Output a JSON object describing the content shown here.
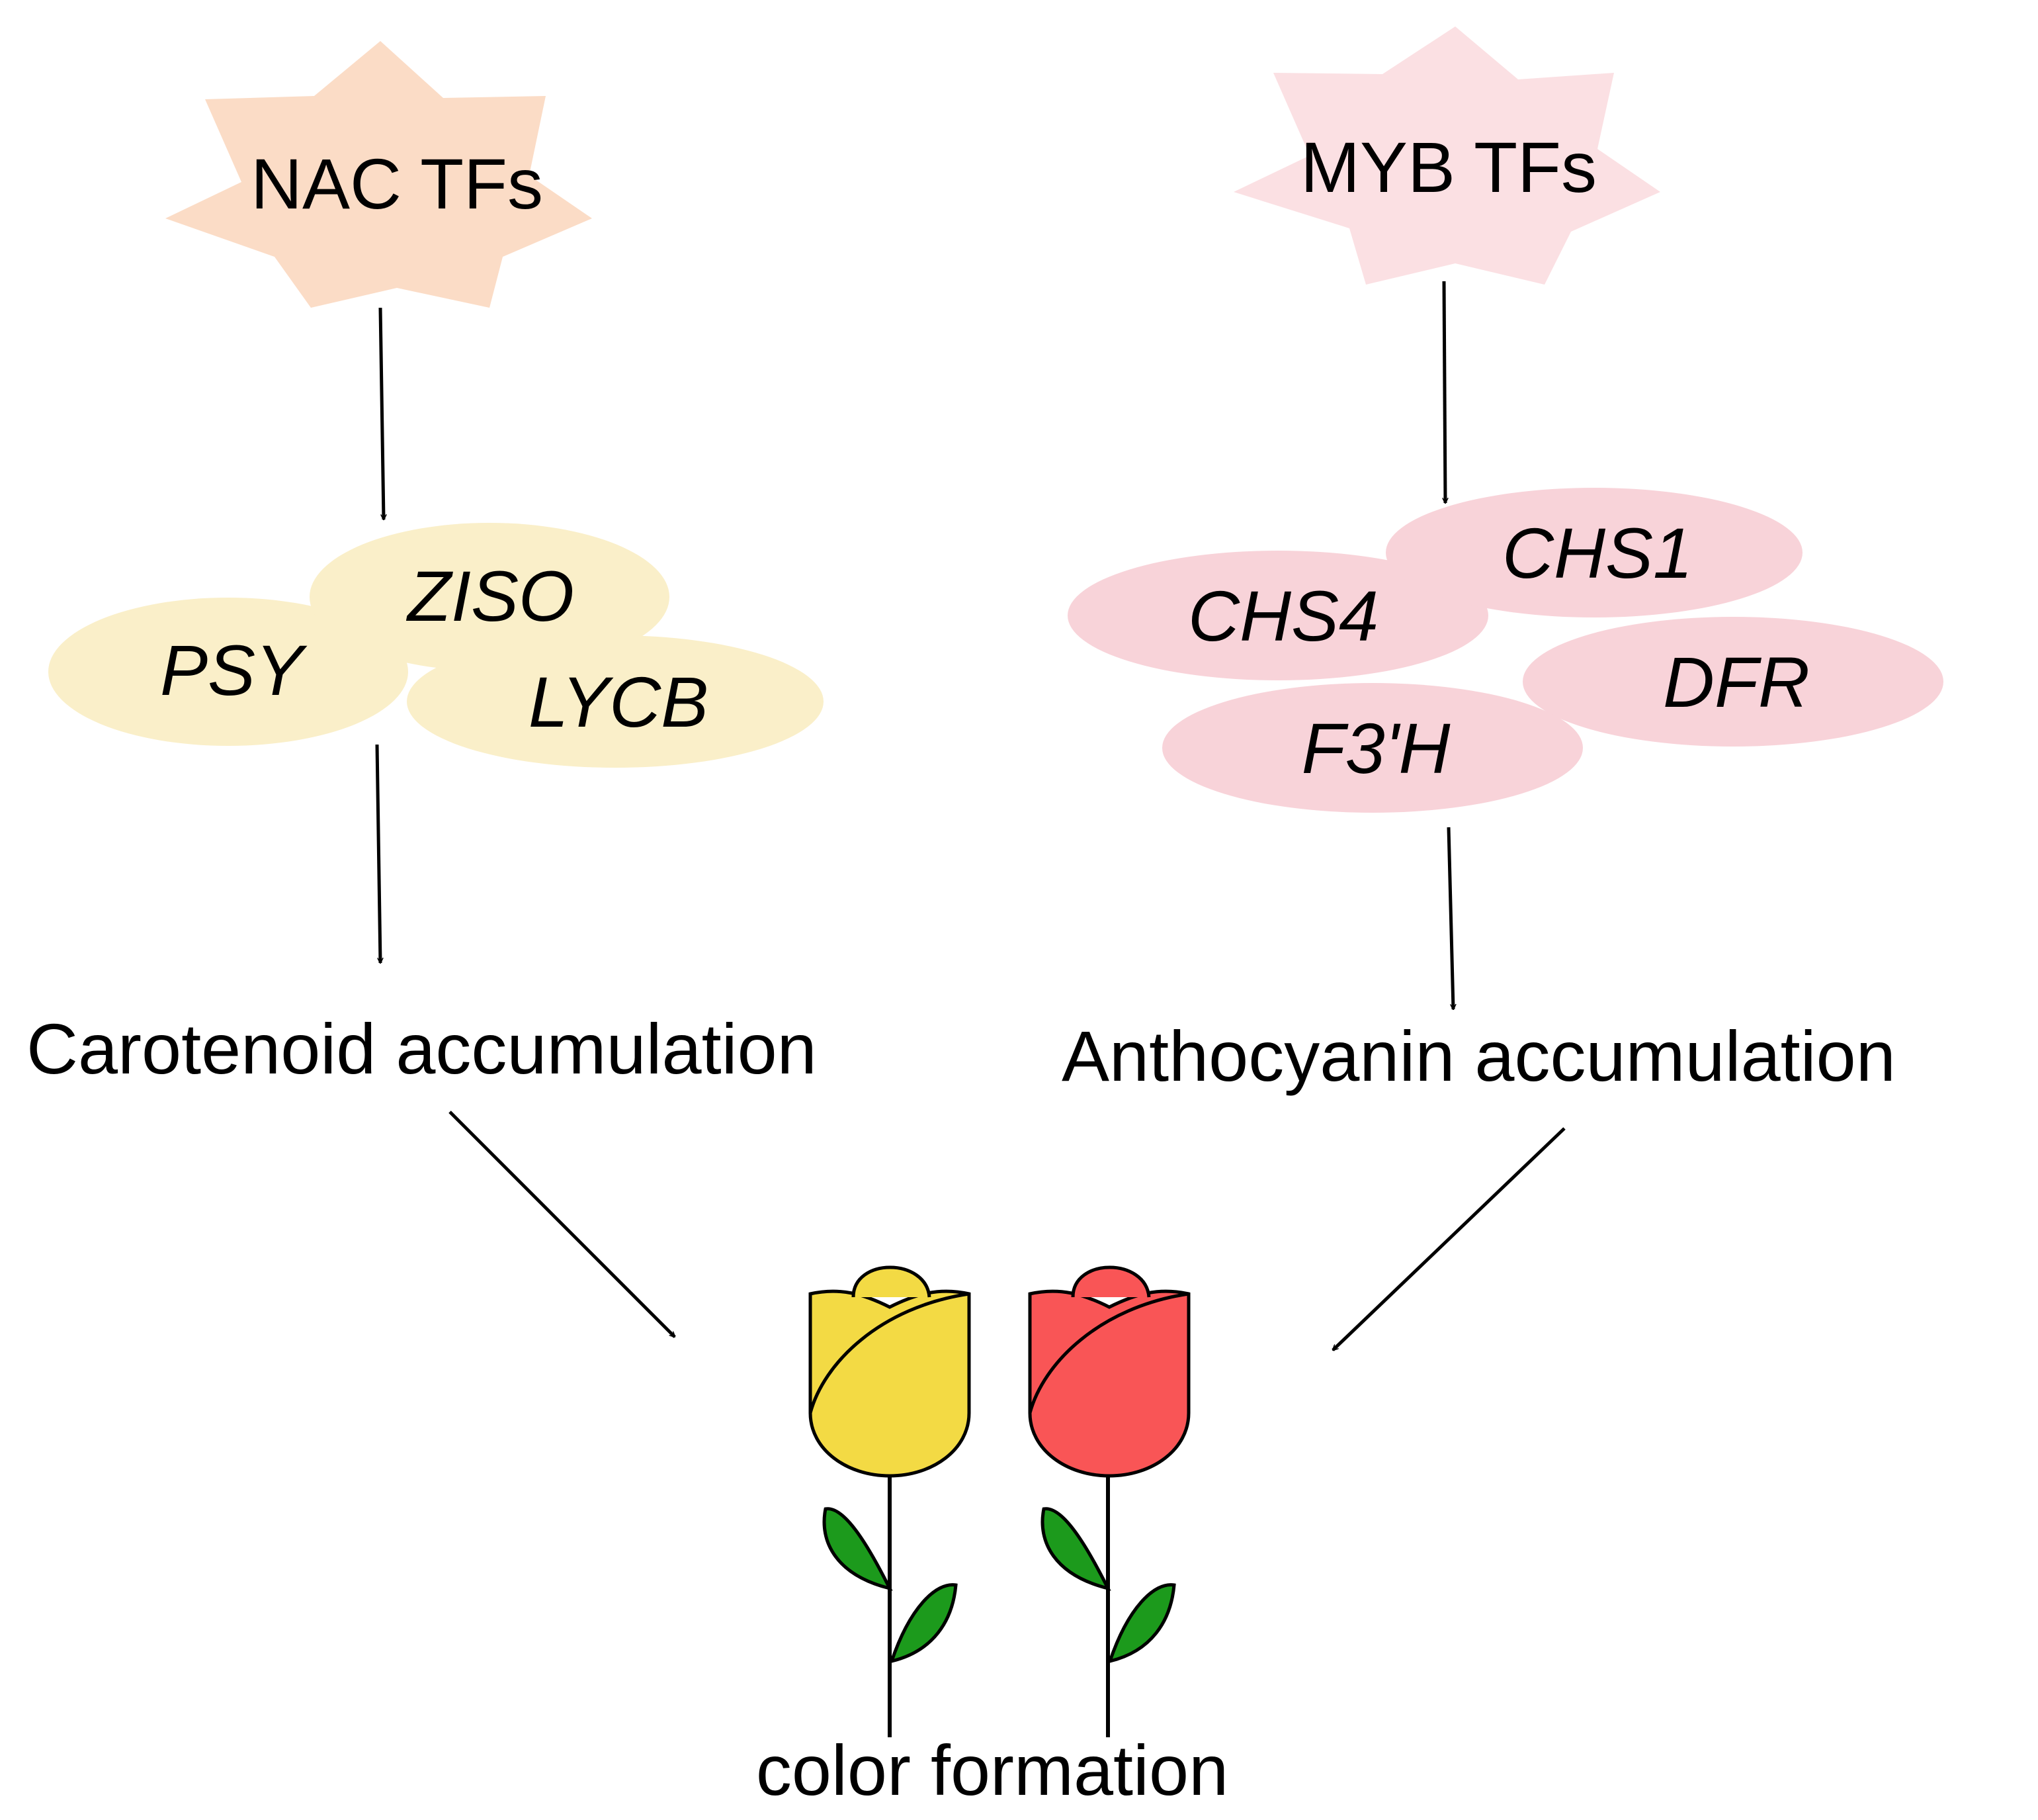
{
  "colors": {
    "nac_star": "#FBDCC6",
    "myb_star": "#FBE0E3",
    "carotenoid_gene": "#FAEFC9",
    "anthocyanin_gene": "#F8D3D9",
    "yellow_flower": "#F3DA44",
    "red_flower": "#F95556",
    "leaf": "#1C9A1C",
    "line": "#000000"
  },
  "left_pathway": {
    "regulator": "NAC TFs",
    "genes": [
      "PSY",
      "ZISO",
      "LYCB"
    ],
    "product": "Carotenoid accumulation"
  },
  "right_pathway": {
    "regulator": "MYB TFs",
    "genes": [
      "CHS1",
      "CHS4",
      "DFR",
      "F3'H"
    ],
    "product": "Anthocyanin accumulation"
  },
  "outcome": {
    "label": "color formation",
    "flowers": [
      "yellow-rose-icon",
      "red-rose-icon"
    ]
  }
}
